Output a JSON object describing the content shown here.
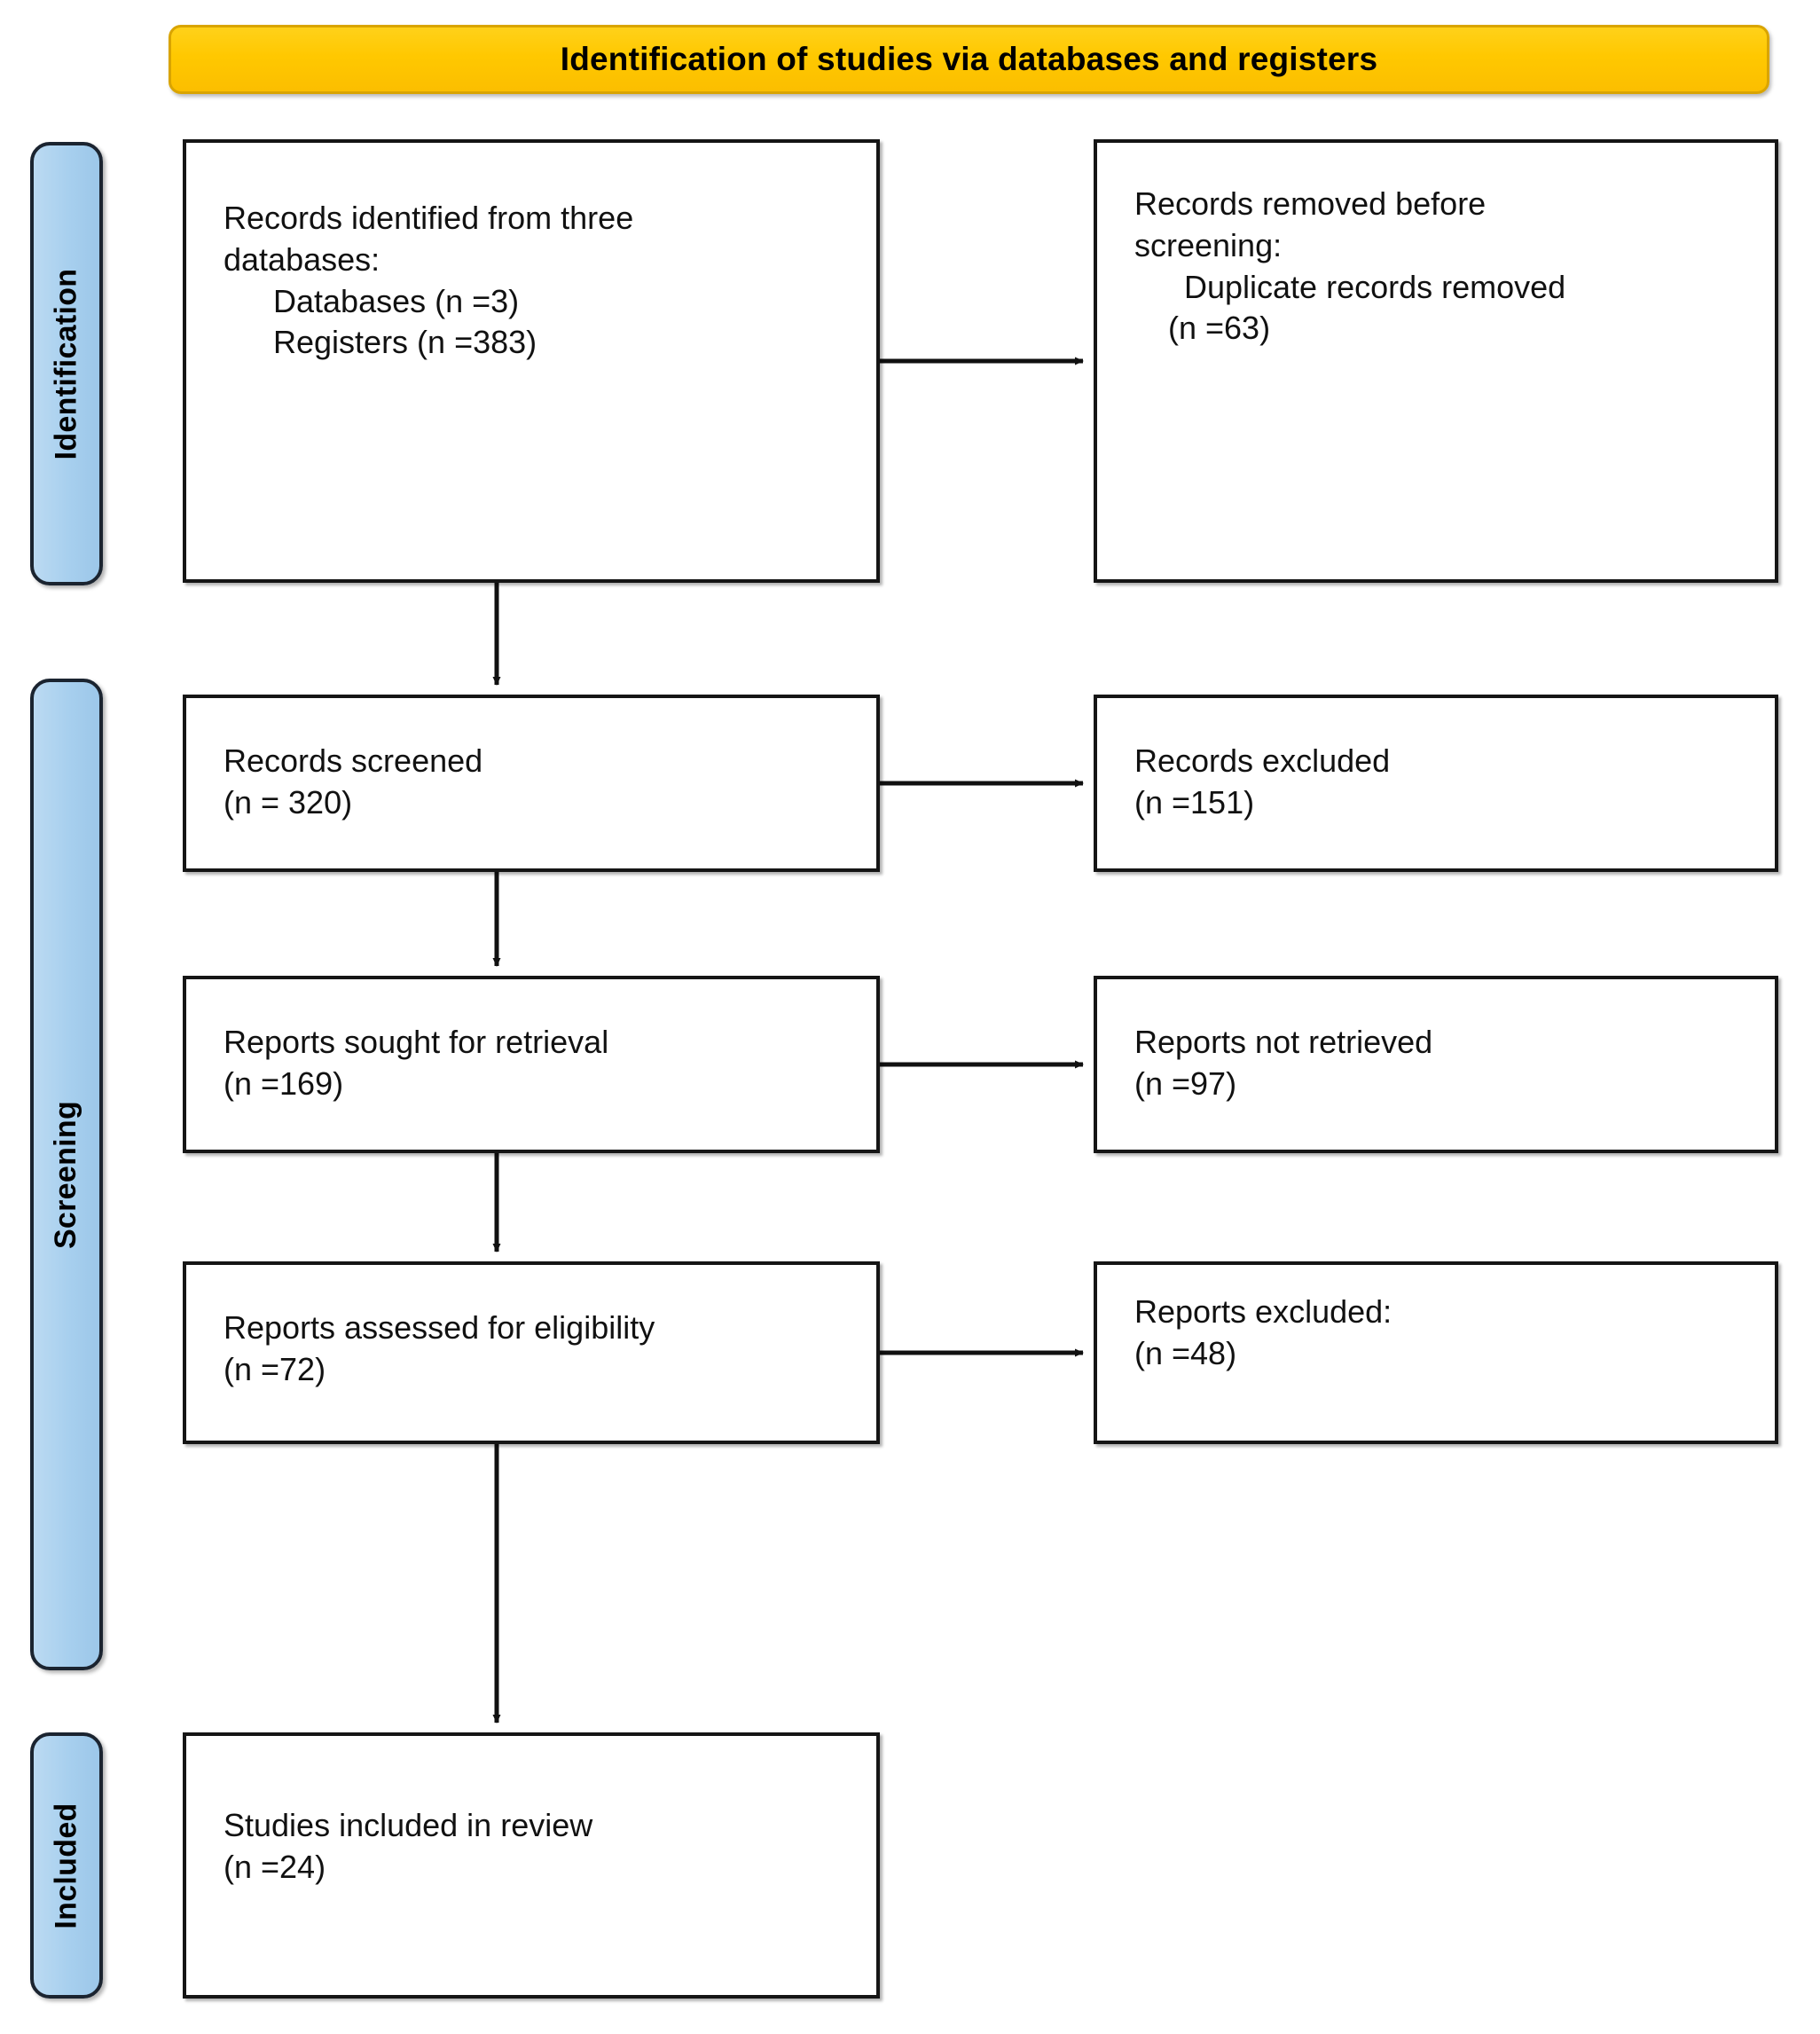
{
  "banner": {
    "title": "Identification of studies via databases and registers",
    "color": "#FFC800"
  },
  "stages": [
    {
      "key": "identification",
      "label": "Identification",
      "color": "#A7CFEE"
    },
    {
      "key": "screening",
      "label": "Screening",
      "color": "#A7CFEE"
    },
    {
      "key": "included",
      "label": "Included",
      "color": "#A7CFEE"
    }
  ],
  "boxes": {
    "identified": {
      "line1": "Records identified from three",
      "line2": "databases:",
      "line3": "Databases (n =3)",
      "line4": "Registers (n =383)"
    },
    "removed": {
      "line1": "Records removed ",
      "line1_italic": "before",
      "line2_italic": "screening",
      "line2_tail": ":",
      "line3": "Duplicate records removed",
      "line4": "(n =63)"
    },
    "screened": {
      "line1": "Records screened",
      "line2": "(n = 320)"
    },
    "excluded": {
      "line1": "Records excluded",
      "line2": "(n =151)"
    },
    "sought": {
      "line1": "Reports sought for retrieval",
      "line2": "(n =169)"
    },
    "not_retrieved": {
      "line1": "Reports not retrieved",
      "line2": "(n =97)"
    },
    "assessed": {
      "line1": "Reports assessed for eligibility",
      "line2": "(n =72)"
    },
    "reports_excluded": {
      "line1": "Reports excluded:",
      "line2": "(n =48)"
    },
    "included_review": {
      "line1": "Studies included in review",
      "line2": "(n =24)"
    }
  },
  "chart_data": {
    "type": "diagram",
    "title": "PRISMA 2020 flow diagram - Identification of studies via databases and registers",
    "stages": [
      "Identification",
      "Screening",
      "Included"
    ],
    "nodes": [
      {
        "id": "identified",
        "stage": "Identification",
        "column": "left",
        "label": "Records identified from three databases:",
        "items": [
          {
            "name": "Databases",
            "n": 3
          },
          {
            "name": "Registers",
            "n": 383
          }
        ]
      },
      {
        "id": "removed",
        "stage": "Identification",
        "column": "right",
        "label": "Records removed before screening:",
        "items": [
          {
            "name": "Duplicate records removed",
            "n": 63
          }
        ]
      },
      {
        "id": "screened",
        "stage": "Screening",
        "column": "left",
        "label": "Records screened",
        "n": 320
      },
      {
        "id": "excluded",
        "stage": "Screening",
        "column": "right",
        "label": "Records excluded",
        "n": 151
      },
      {
        "id": "sought",
        "stage": "Screening",
        "column": "left",
        "label": "Reports sought for retrieval",
        "n": 169
      },
      {
        "id": "not_retrieved",
        "stage": "Screening",
        "column": "right",
        "label": "Reports not retrieved",
        "n": 97
      },
      {
        "id": "assessed",
        "stage": "Screening",
        "column": "left",
        "label": "Reports assessed for eligibility",
        "n": 72
      },
      {
        "id": "reports_excluded",
        "stage": "Screening",
        "column": "right",
        "label": "Reports excluded:",
        "n": 48
      },
      {
        "id": "included_review",
        "stage": "Included",
        "column": "left",
        "label": "Studies included in review",
        "n": 24
      }
    ],
    "edges": [
      {
        "from": "identified",
        "to": "removed",
        "direction": "right"
      },
      {
        "from": "identified",
        "to": "screened",
        "direction": "down"
      },
      {
        "from": "screened",
        "to": "excluded",
        "direction": "right"
      },
      {
        "from": "screened",
        "to": "sought",
        "direction": "down"
      },
      {
        "from": "sought",
        "to": "not_retrieved",
        "direction": "right"
      },
      {
        "from": "sought",
        "to": "assessed",
        "direction": "down"
      },
      {
        "from": "assessed",
        "to": "reports_excluded",
        "direction": "right"
      },
      {
        "from": "assessed",
        "to": "included_review",
        "direction": "down"
      }
    ]
  }
}
